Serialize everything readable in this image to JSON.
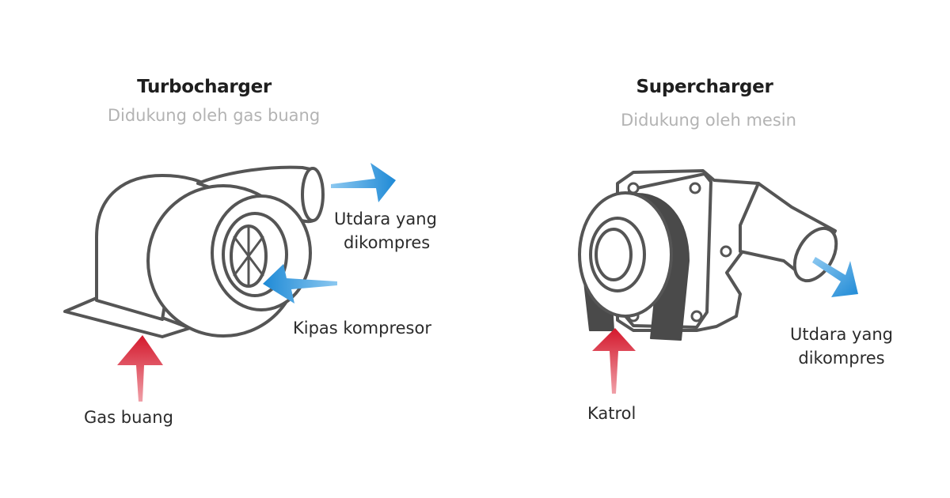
{
  "turbo": {
    "title": "Turbocharger",
    "subtitle": "Didukung oleh gas buang",
    "labels": {
      "compressed_air": [
        "Utdara yang",
        "dikompres"
      ],
      "compressor_fan": "Kipas kompresor",
      "exhaust_gas": "Gas buang"
    }
  },
  "super": {
    "title": "Supercharger",
    "subtitle": "Didukung oleh mesin",
    "labels": {
      "compressed_air": [
        "Utdara yang",
        "dikompres"
      ],
      "pulley": "Katrol"
    }
  },
  "colors": {
    "outline": "#555555",
    "belt": "#4a4a4a",
    "arrow_blue": "#1f8ad6",
    "arrow_red": "#d4182c",
    "title": "#1e1e1e",
    "subtitle": "#b3b3b3",
    "label": "#2b2b2b"
  }
}
